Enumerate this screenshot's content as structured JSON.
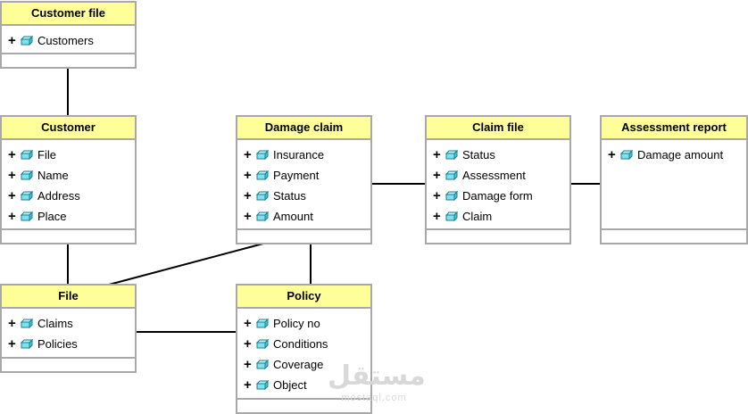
{
  "classes": {
    "customer_file": {
      "title": "Customer file",
      "attrs": [
        "Customers"
      ]
    },
    "customer": {
      "title": "Customer",
      "attrs": [
        "File",
        "Name",
        "Address",
        "Place"
      ]
    },
    "damage_claim": {
      "title": "Damage claim",
      "attrs": [
        "Insurance",
        "Payment",
        "Status",
        "Amount"
      ]
    },
    "claim_file": {
      "title": "Claim file",
      "attrs": [
        "Status",
        "Assessment",
        "Damage form",
        "Claim"
      ]
    },
    "assessment_report": {
      "title": "Assessment report",
      "attrs": [
        "Damage amount"
      ]
    },
    "file": {
      "title": "File",
      "attrs": [
        "Claims",
        "Policies"
      ]
    },
    "policy": {
      "title": "Policy",
      "attrs": [
        "Policy no",
        "Conditions",
        "Coverage",
        "Object"
      ]
    }
  },
  "attribute_visibility_symbol": "+",
  "attribute_icon": "cube-icon",
  "colors": {
    "header": "#ffff99",
    "border": "#a8a8a8",
    "cube": "#7fe0f0",
    "line": "#000000"
  },
  "watermark": {
    "arabic": "مستقل",
    "latin": "mostaql.com"
  }
}
